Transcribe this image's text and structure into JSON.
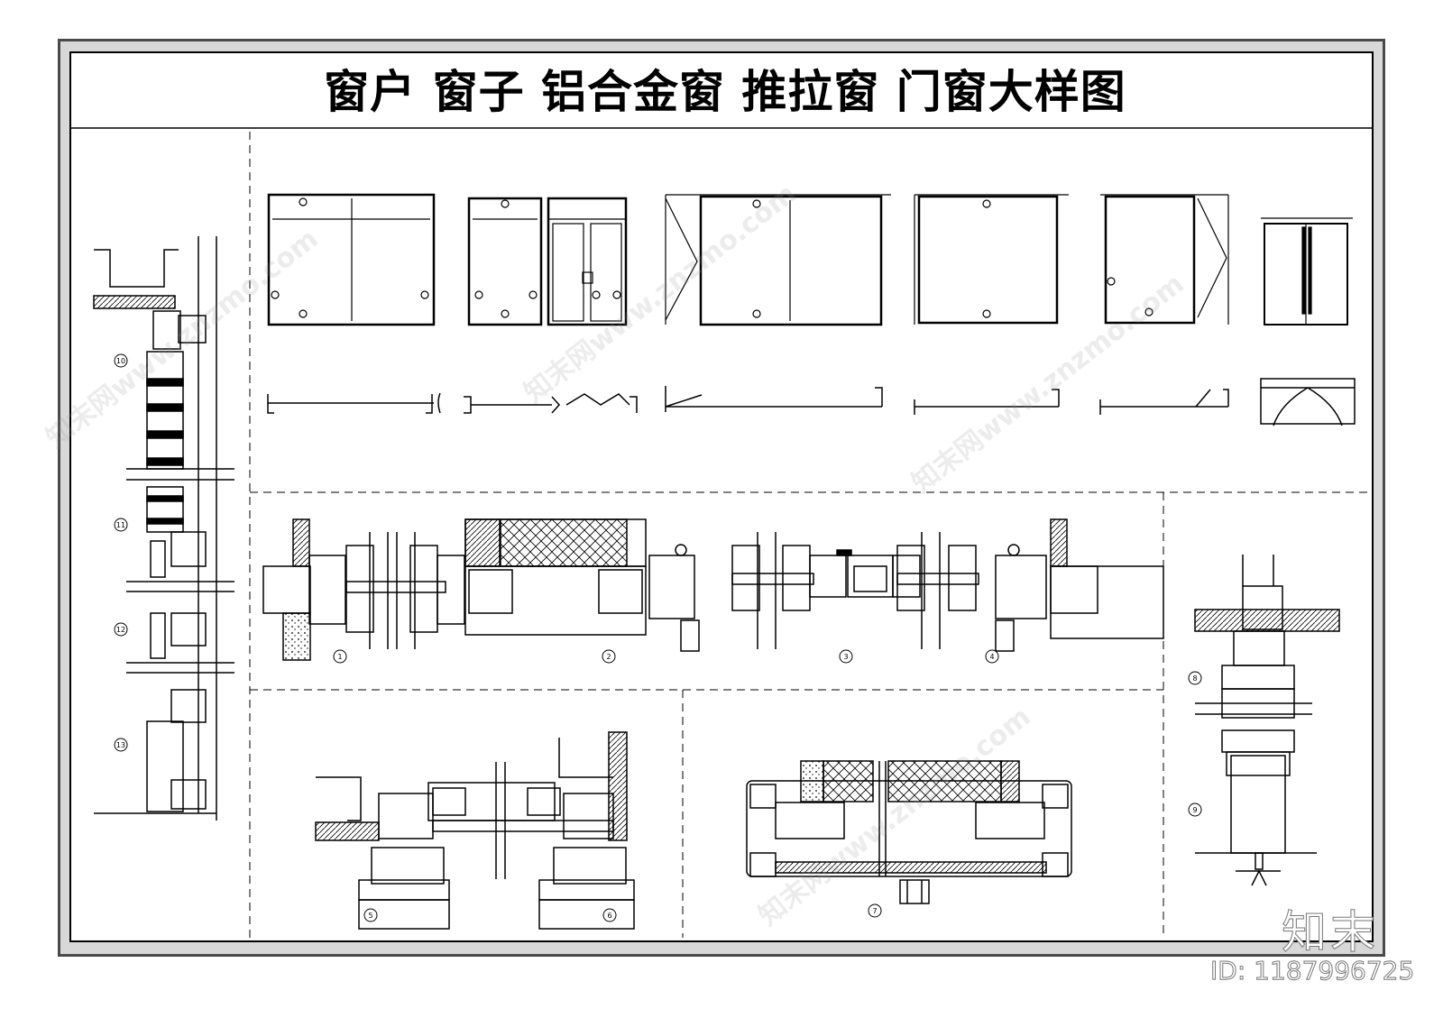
{
  "title": "窗户  窗子  铝合金窗  推拉窗  门窗大样图",
  "watermark": {
    "brand_label": "知末",
    "id_label": "ID: 1187996725",
    "site_text": "知末网www.znzmo.com"
  },
  "detail_labels": {
    "d1": "1",
    "d2": "2",
    "d3": "3",
    "d4": "4",
    "d5": "5",
    "d6": "6",
    "d7": "7",
    "d8": "8",
    "d9": "9",
    "d10": "10",
    "d11": "11",
    "d12": "12",
    "d13": "13"
  },
  "colors": {
    "line": "#000000",
    "frame_outer": "#4a4a4a",
    "background": "#ffffff"
  }
}
